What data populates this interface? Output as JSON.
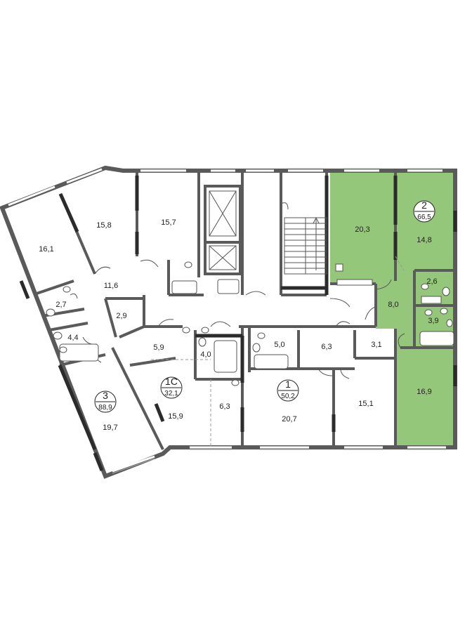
{
  "colors": {
    "wall": "#5a5a5a",
    "window": "#a9a9a9",
    "highlight": "#95c77a",
    "fixture": "#555555"
  },
  "apartments": [
    {
      "id": "apt-3",
      "number": "3",
      "area": "88,9"
    },
    {
      "id": "apt-1c",
      "number": "1С",
      "area": "32,1"
    },
    {
      "id": "apt-1",
      "number": "1",
      "area": "50,2"
    },
    {
      "id": "apt-2",
      "number": "2",
      "area": "66,5",
      "highlighted": true
    }
  ],
  "rooms": [
    {
      "id": "r-16-1",
      "label": "16,1"
    },
    {
      "id": "r-15-8",
      "label": "15,8"
    },
    {
      "id": "r-15-7",
      "label": "15,7"
    },
    {
      "id": "r-11-6",
      "label": "11,6"
    },
    {
      "id": "r-2-7",
      "label": "2,7"
    },
    {
      "id": "r-4-4",
      "label": "4,4"
    },
    {
      "id": "r-2-9",
      "label": "2,9"
    },
    {
      "id": "r-19-7",
      "label": "19,7"
    },
    {
      "id": "r-5-9",
      "label": "5,9"
    },
    {
      "id": "r-4-0",
      "label": "4,0"
    },
    {
      "id": "r-15-9",
      "label": "15,9"
    },
    {
      "id": "r-6-3a",
      "label": "6,3"
    },
    {
      "id": "r-5-0",
      "label": "5,0"
    },
    {
      "id": "r-6-3b",
      "label": "6,3"
    },
    {
      "id": "r-3-1",
      "label": "3,1"
    },
    {
      "id": "r-20-7",
      "label": "20,7"
    },
    {
      "id": "r-15-1",
      "label": "15,1"
    },
    {
      "id": "r-20-3",
      "label": "20,3"
    },
    {
      "id": "r-14-8",
      "label": "14,8"
    },
    {
      "id": "r-2-6",
      "label": "2,6"
    },
    {
      "id": "r-8-0",
      "label": "8,0"
    },
    {
      "id": "r-3-9",
      "label": "3,9"
    },
    {
      "id": "r-16-9",
      "label": "16,9"
    }
  ]
}
